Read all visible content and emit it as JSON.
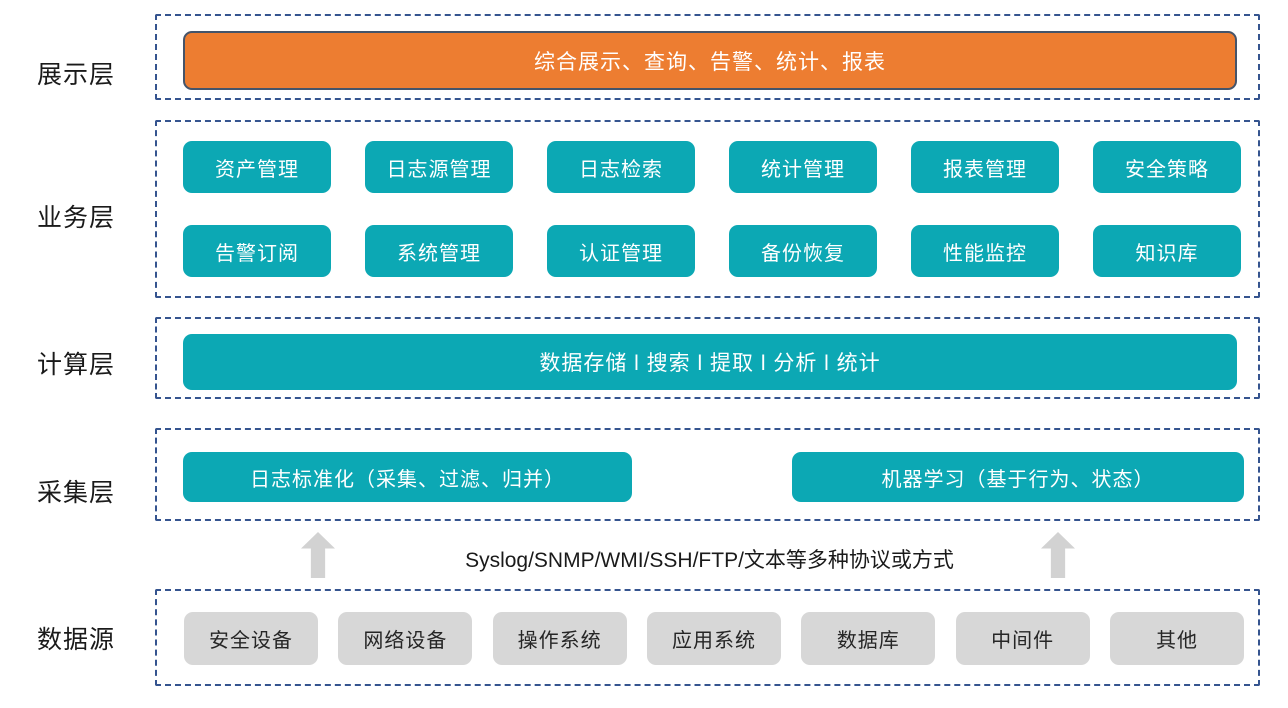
{
  "layers": {
    "presentation": {
      "label": "展示层",
      "bar": "综合展示、查询、告警、统计、报表"
    },
    "business": {
      "label": "业务层",
      "items": [
        "资产管理",
        "日志源管理",
        "日志检索",
        "统计管理",
        "报表管理",
        "安全策略",
        "告警订阅",
        "系统管理",
        "认证管理",
        "备份恢复",
        "性能监控",
        "知识库"
      ]
    },
    "compute": {
      "label": "计算层",
      "bar": "数据存储 l 搜索 l 提取 l 分析 l 统计"
    },
    "collection": {
      "label": "采集层",
      "items": [
        "日志标准化（采集、过滤、归并）",
        "机器学习（基于行为、状态）"
      ]
    },
    "transport": {
      "text": "Syslog/SNMP/WMI/SSH/FTP/文本等多种协议或方式",
      "icons": [
        "up-arrow-icon",
        "up-arrow-icon"
      ]
    },
    "datasource": {
      "label": "数据源",
      "items": [
        "安全设备",
        "网络设备",
        "操作系统",
        "应用系统",
        "数据库",
        "中间件",
        "其他"
      ]
    }
  },
  "colors": {
    "teal": "#0ca8b4",
    "orange": "#ed7d31",
    "orange_border": "#44546a",
    "dashed_border": "#35548f",
    "gray_chip": "#d7d7d7",
    "arrow_gray": "#d2d2d2"
  }
}
